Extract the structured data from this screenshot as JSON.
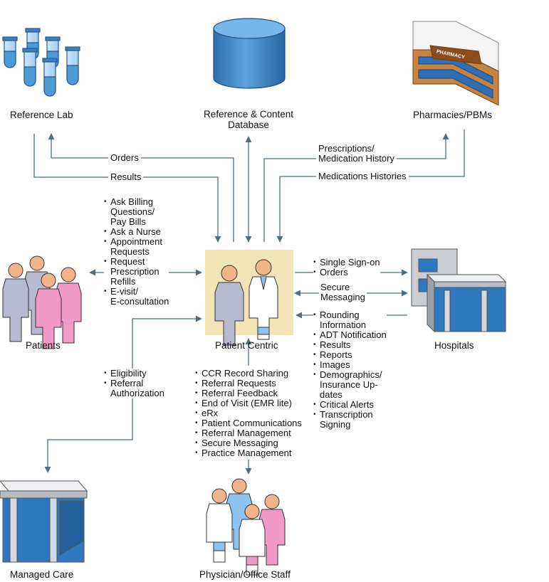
{
  "colors": {
    "arrow": "#4f6f7f",
    "center_box": "#f1e4b6",
    "person_gray": "#b7b9d0",
    "person_pink": "#f29ac6",
    "tube_blue": "#4a9bd6",
    "database_blue": "#3f86c6",
    "building_blue": "#2e78c0",
    "pharmacy_brown": "#c8843e"
  },
  "nodes": {
    "reference_lab": "Reference Lab",
    "reference_db_line1": "Reference & Content",
    "reference_db_line2": "Database",
    "pharmacies": "Pharmacies/PBMs",
    "patients": "Patients",
    "patient_centric": "Patient Centric",
    "hospitals": "Hospitals",
    "managed_care": "Managed Care",
    "physician_staff": "Physician/Office Staff"
  },
  "pharmacy_sign": "PHARMACY",
  "flows": {
    "orders": "Orders",
    "results": "Results",
    "prescriptions_line1": "Prescriptions/",
    "prescriptions_line2": "Medication History",
    "medication_histories": "Medications Histories"
  },
  "patients_list": [
    [
      "Ask Billing",
      "Questions/",
      "Pay Bills"
    ],
    [
      "Ask a Nurse"
    ],
    [
      "Appointment",
      "Requests"
    ],
    [
      "Request",
      "Prescription",
      "Refills"
    ],
    [
      "E-visit/",
      "E-consultation"
    ]
  ],
  "hospital_out_list": [
    [
      "Single Sign-on"
    ],
    [
      "Orders"
    ]
  ],
  "secure_messaging": [
    "Secure",
    "Messaging"
  ],
  "hospital_in_list": [
    [
      "Rounding",
      "Information"
    ],
    [
      "ADT Notification"
    ],
    [
      "Results"
    ],
    [
      "Reports"
    ],
    [
      "Images"
    ],
    [
      "Demographics/",
      "Insurance Up-",
      "dates"
    ],
    [
      "Critical Alerts"
    ],
    [
      "Transcription",
      "Signing"
    ]
  ],
  "managed_care_list": [
    [
      "Eligibility"
    ],
    [
      "Referral",
      "Authorization"
    ]
  ],
  "physician_list": [
    [
      "CCR Record Sharing"
    ],
    [
      "Referral Requests"
    ],
    [
      "Referral Feedback"
    ],
    [
      "End of Visit (EMR lite)"
    ],
    [
      "eRx"
    ],
    [
      "Patient Communications"
    ],
    [
      "Referral Management"
    ],
    [
      "Secure Messaging"
    ],
    [
      "Practice Management"
    ]
  ]
}
